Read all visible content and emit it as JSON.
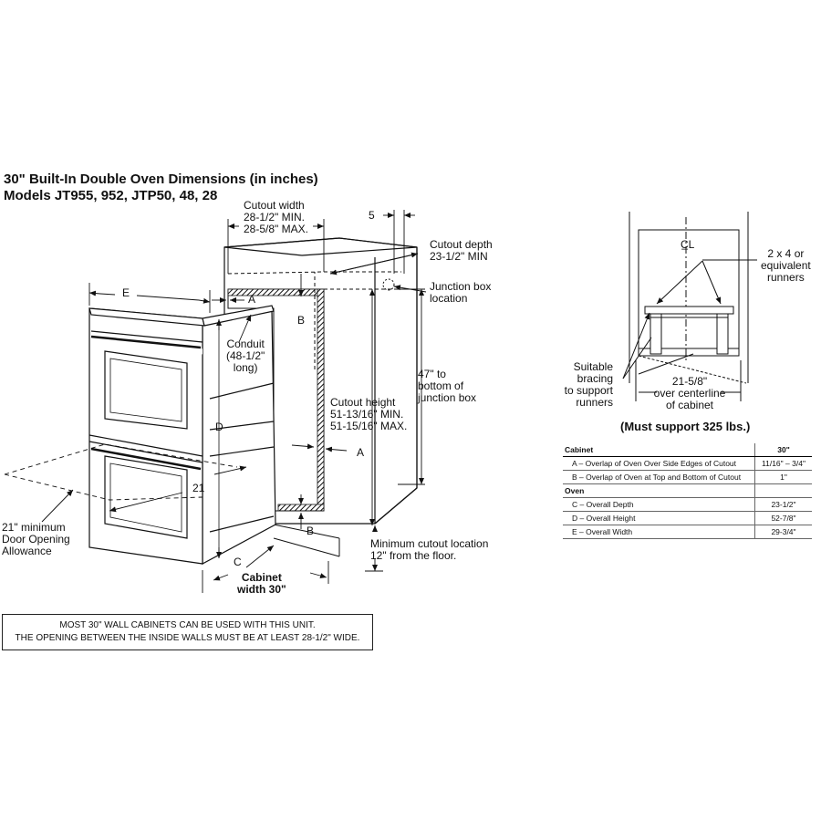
{
  "title": {
    "line1": "30\" Built-In Double Oven Dimensions (in inches)",
    "line2": "Models JT955, 952, JTP50, 48, 28"
  },
  "left_diagram": {
    "cutout_width": [
      "Cutout width",
      "28-1/2\" MIN.",
      "28-5/8\" MAX."
    ],
    "five": "5",
    "cutout_depth": [
      "Cutout depth",
      "23-1/2\" MIN"
    ],
    "junction_box": [
      "Junction box",
      "location"
    ],
    "e": "E",
    "a_top": "A",
    "b_top": "B",
    "conduit": [
      "Conduit",
      "(48-1/2\"",
      "long)"
    ],
    "forty_seven": [
      "47\" to",
      "bottom of",
      "junction box"
    ],
    "cutout_height": [
      "Cutout height",
      "51-13/16\" MIN.",
      "51-15/16\" MAX."
    ],
    "d": "D",
    "a_mid": "A",
    "twenty_one": "21",
    "b_bottom": "B",
    "door_allowance": [
      "21\" minimum",
      "Door Opening",
      "Allowance"
    ],
    "min_cutout": [
      "Minimum cutout location",
      "12\" from the floor."
    ],
    "c": "C",
    "cabinet_width": [
      "Cabinet",
      "width 30\""
    ]
  },
  "notice": {
    "line1": "MOST 30\" WALL CABINETS CAN BE USED WITH THIS UNIT.",
    "line2": "THE OPENING BETWEEN THE INSIDE WALLS MUST BE AT LEAST 28-1/2\" WIDE."
  },
  "right_diagram": {
    "centerline": "C̲L",
    "runners": [
      "2 x 4 or",
      "equivalent",
      "runners"
    ],
    "bracing": [
      "Suitable",
      "bracing",
      "to support",
      "runners"
    ],
    "dim": [
      "21-5/8\"",
      "over centerline",
      "of cabinet"
    ],
    "must_support": "(Must support 325 lbs.)"
  },
  "spec_table": {
    "header": {
      "label": "Cabinet",
      "value": "30\""
    },
    "cabinet_rows": [
      {
        "label": "A – Overlap of Oven Over Side Edges of Cutout",
        "value": "11/16\" – 3/4\""
      },
      {
        "label": "B – Overlap of Oven at Top and Bottom of Cutout",
        "value": "1\""
      }
    ],
    "oven_group": "Oven",
    "oven_rows": [
      {
        "label": "C – Overall Depth",
        "value": "23-1/2\""
      },
      {
        "label": "D – Overall Height",
        "value": "52-7/8\""
      },
      {
        "label": "E – Overall Width",
        "value": "29-3/4\""
      }
    ]
  }
}
